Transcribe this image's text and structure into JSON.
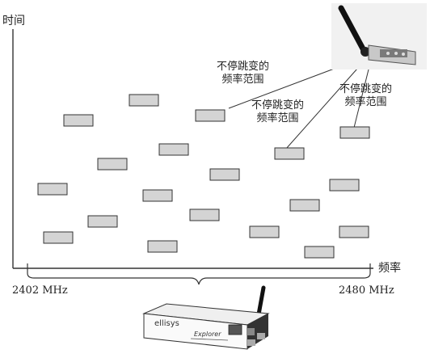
{
  "axes": {
    "y_title": "时间",
    "x_title": "频率",
    "x_start_label": "2402 MHz",
    "x_end_label": "2480 MHz"
  },
  "annotations": {
    "text_1": "不停跳变的\n频率范围",
    "text_2": "不停跳变的\n频率范围",
    "text_3": "不停跳变的\n频率范围"
  },
  "devices": {
    "analyzer_brand": "ellisys",
    "analyzer_model": "Explorer"
  },
  "colors": {
    "slot_fill": "#d4d4d4",
    "slot_stroke": "#333333",
    "line": "#333333"
  }
}
